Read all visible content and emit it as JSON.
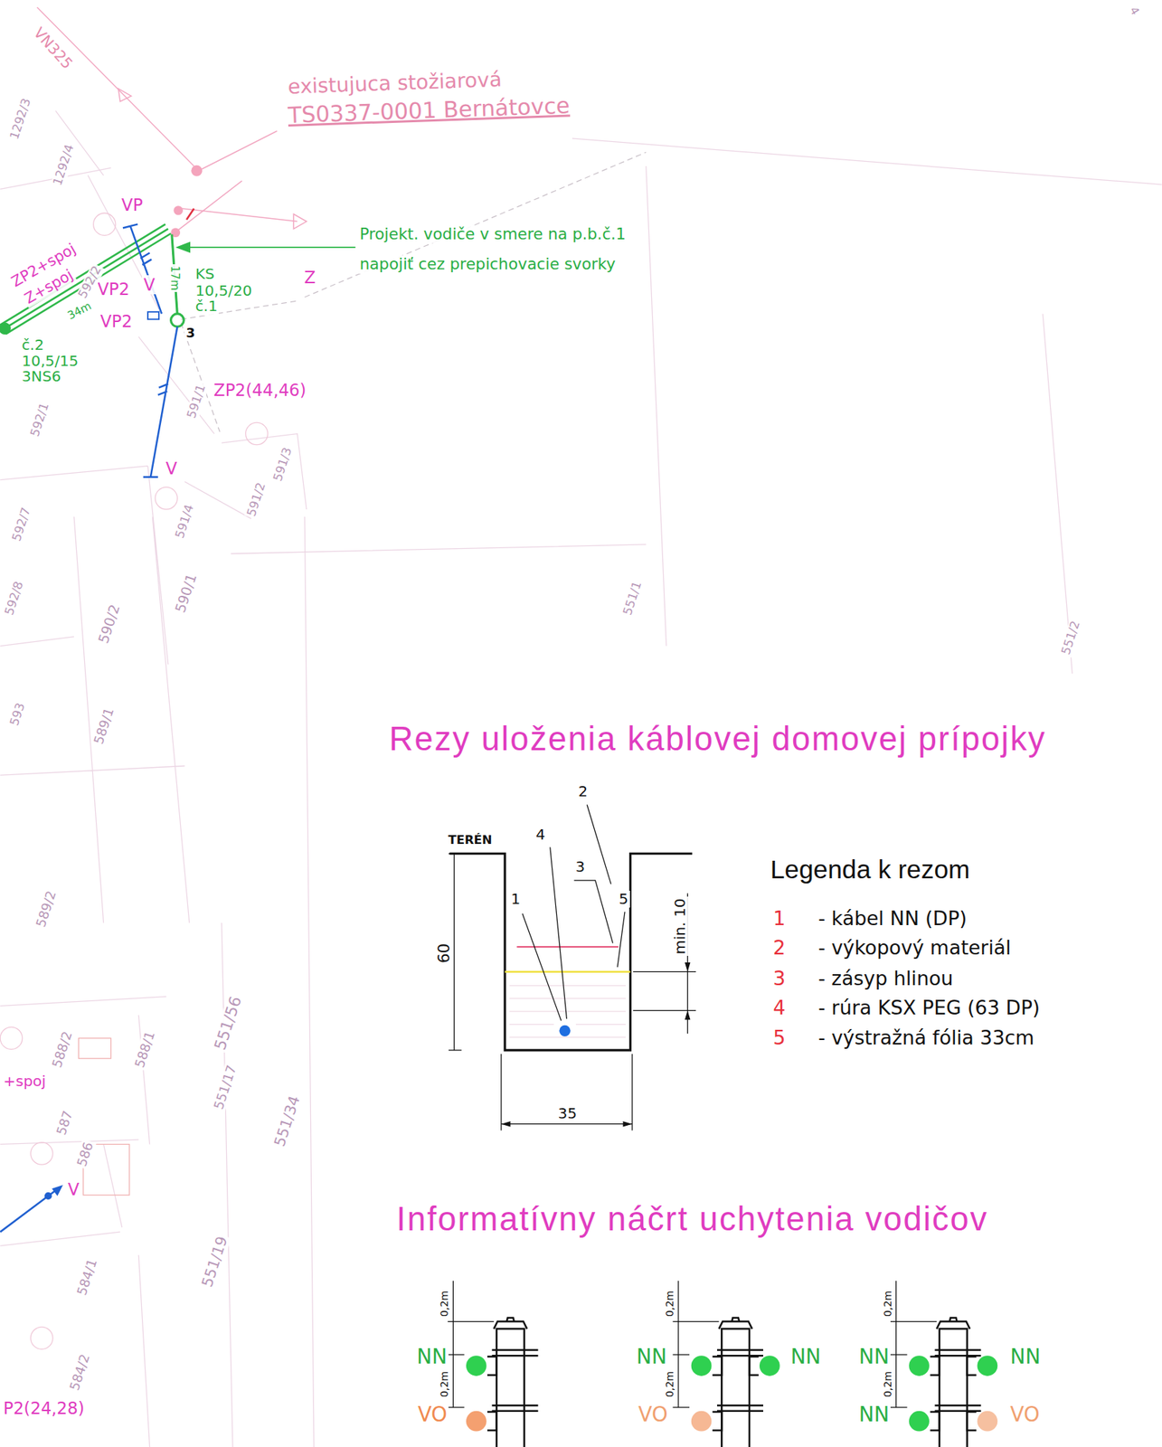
{
  "diagram": {
    "title": "Rezy uloženia káblovej domovej prípojky",
    "labels": [
      "1292/3",
      "1292/4",
      "VN325",
      "existujuca stožiarová",
      "TS0337-0001 Bernátovce",
      "VP",
      "Projekt. vodiče v smere na p.b.č.1",
      "napojiť cez prepichovacie svorky",
      "Z",
      "KS",
      "10,5/20",
      "č.1",
      "17m",
      "VP2",
      "V",
      "VP2",
      "3",
      "34m",
      "ZP2+spoj",
      "Z+spoj",
      "592/2",
      "č.2",
      "10,5/15",
      "3NS6",
      "592/1",
      "591/1",
      "ZP2(44,46)",
      "V",
      "591/3",
      "591/2",
      "591/4",
      "592/7",
      "592/8",
      "590/2",
      "590/1",
      "593",
      "589/1",
      "551/1",
      "551/2",
      "589/2",
      "588/2",
      "588/1",
      "551/56",
      "551/17",
      "551/34",
      "+spoj",
      "587",
      "586",
      "V",
      "584/1",
      "551/19",
      "584/2",
      "P2(24,28)",
      "Informatívny náčrt uchytenia vodičov",
      "TERÉN",
      "2",
      "4",
      "3",
      "1",
      "5",
      "60",
      "min. 10",
      "35",
      "Legenda k rezom",
      "1",
      "2",
      "3",
      "4",
      "5",
      "0,2m",
      "NN",
      "0,2m",
      "VO",
      "0,2m",
      "NN",
      "NN",
      "0,2m",
      "VO",
      "0,2m",
      "NN",
      "NN",
      "0,2m",
      "NN",
      "VO",
      "4"
    ],
    "legend": [
      {
        "text": "- kábel NN (DP)"
      },
      {
        "text": "- výkopový materiál"
      },
      {
        "text": "- zásyp hlinou"
      },
      {
        "text": "- rúra KSX PEG (63 DP)"
      },
      {
        "text": "- výstražná fólia 33cm"
      }
    ]
  }
}
